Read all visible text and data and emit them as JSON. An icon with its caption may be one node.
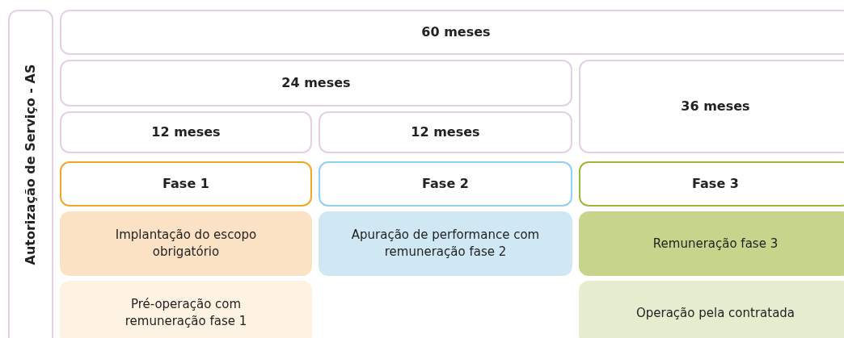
{
  "diagram": {
    "nodes": [
      {
        "text": [
          "Autorização de Serviço - AS"
        ]
      },
      {
        "text": [
          "60 meses"
        ]
      },
      {
        "text": [
          "24 meses"
        ]
      },
      {
        "text": [
          "36 meses"
        ]
      },
      {
        "text": [
          "12 meses"
        ]
      },
      {
        "text": [
          "12 meses"
        ]
      },
      {
        "text": [
          "Fase 1"
        ]
      },
      {
        "text": [
          "Fase 2"
        ]
      },
      {
        "text": [
          "Fase 3"
        ]
      },
      {
        "text": [
          "Implantação do escopo obrigatório"
        ]
      },
      {
        "text": [
          "Apuração de performance com remuneração fase 2"
        ]
      },
      {
        "text": [
          "Remuneração fase 3"
        ]
      },
      {
        "text": [
          "Pré-operação com remuneração fase 1"
        ]
      },
      {
        "text": [
          "Operação pela contratada"
        ]
      }
    ]
  }
}
